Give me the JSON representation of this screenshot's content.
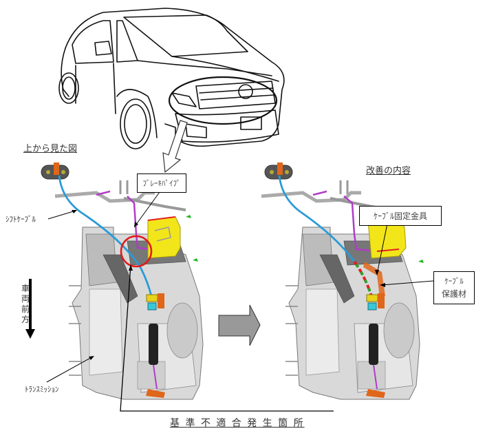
{
  "labels": {
    "top_view": "上から見た図",
    "improvement": "改善の内容",
    "brake_pipe": "ﾌﾞﾚｰｷﾊﾟｲﾌﾟ",
    "shift_cable": "ｼﾌﾄｹｰﾌﾞﾙ",
    "vehicle_front": [
      "車",
      "両",
      "前",
      "方"
    ],
    "transmission": "ﾄﾗﾝｽﾐｯｼｮﾝ",
    "cable_bracket": "ｹｰﾌﾞﾙ固定金具",
    "cable_protector_line1": "ｹｰﾌﾞﾙ",
    "cable_protector_line2": "保護材",
    "nonconformity_location": "基 準 不 適 合 発 生 箇 所"
  },
  "colors": {
    "shift_cable": "#2a9bd6",
    "brake_pipe": "#b03cc8",
    "highlight_circle": "#e01a1a",
    "yellow_part": "#f2e51a",
    "orange_part": "#e0661a",
    "green_clip": "#22b422",
    "arrow_gray": "#999999",
    "protector_red": "#e02020",
    "protector_green": "#30a030"
  }
}
